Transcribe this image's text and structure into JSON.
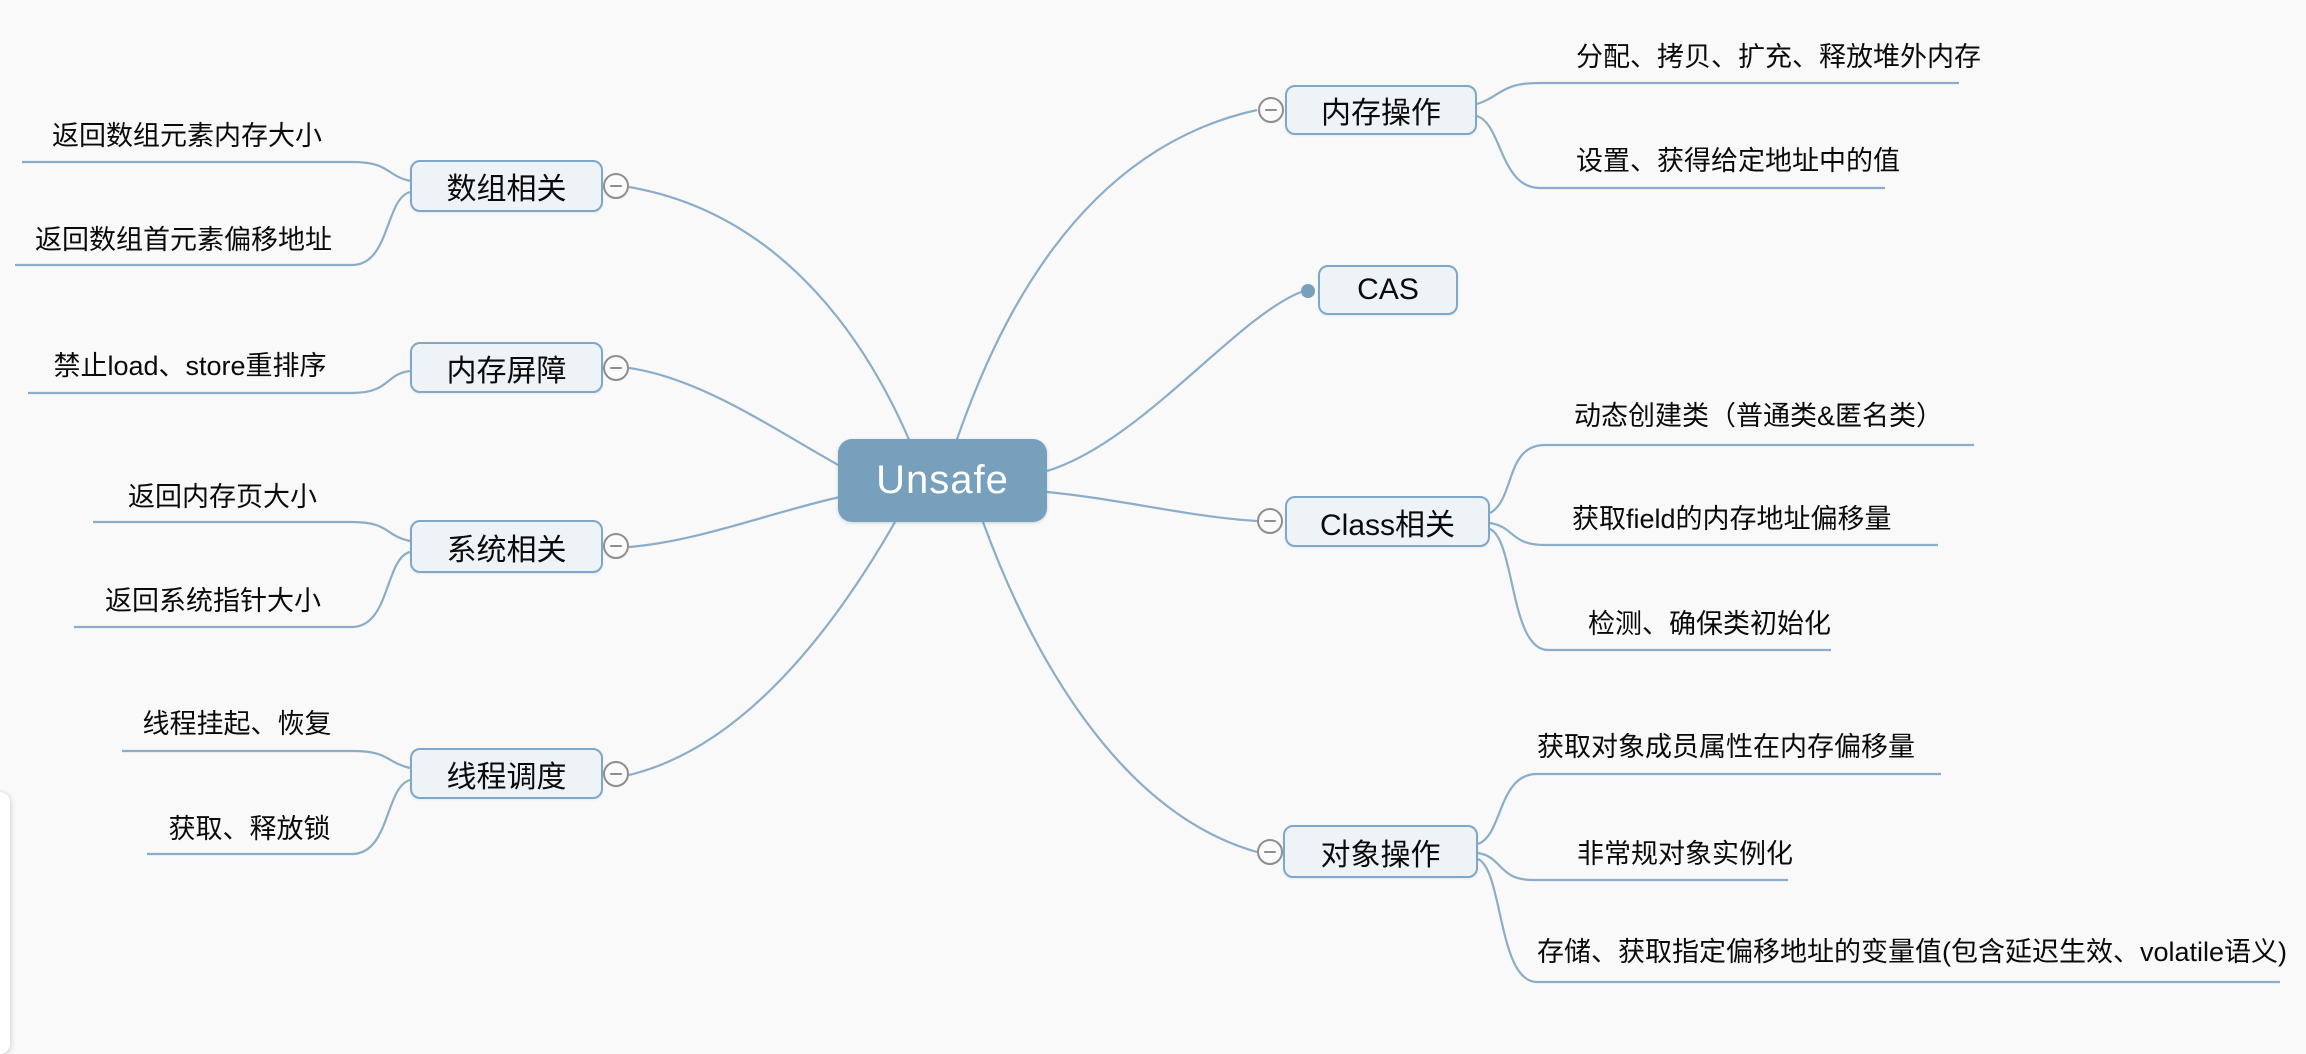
{
  "app": {
    "type": "mindmap",
    "background": "#f9f9f9"
  },
  "colors": {
    "root_fill": "#76a0bc",
    "root_text": "#ffffff",
    "node_fill": "#eef3f8",
    "node_border": "#7fa8c8",
    "edge_stroke": "#8badc9",
    "collapse_stroke": "#8e8e8e",
    "leaf_text": "#0a0a0a"
  },
  "icons": {
    "collapse": "minus-circle-icon",
    "branch_terminal": "filled-dot-icon"
  },
  "root": {
    "label": "Unsafe"
  },
  "branches": {
    "right": [
      {
        "label": "内存操作",
        "children": [
          "分配、拷贝、扩充、释放堆外内存",
          "设置、获得给定地址中的值"
        ]
      },
      {
        "label": "CAS",
        "children": []
      },
      {
        "label": "Class相关",
        "children": [
          "动态创建类（普通类&匿名类）",
          "获取field的内存地址偏移量",
          "检测、确保类初始化"
        ]
      },
      {
        "label": "对象操作",
        "children": [
          "获取对象成员属性在内存偏移量",
          "非常规对象实例化",
          "存储、获取指定偏移地址的变量值(包含延迟生效、volatile语义)"
        ]
      }
    ],
    "left": [
      {
        "label": "数组相关",
        "children": [
          "返回数组元素内存大小",
          "返回数组首元素偏移地址"
        ]
      },
      {
        "label": "内存屏障",
        "children": [
          "禁止load、store重排序"
        ]
      },
      {
        "label": "系统相关",
        "children": [
          "返回内存页大小",
          "返回系统指针大小"
        ]
      },
      {
        "label": "线程调度",
        "children": [
          "线程挂起、恢复",
          "获取、释放锁"
        ]
      }
    ]
  }
}
